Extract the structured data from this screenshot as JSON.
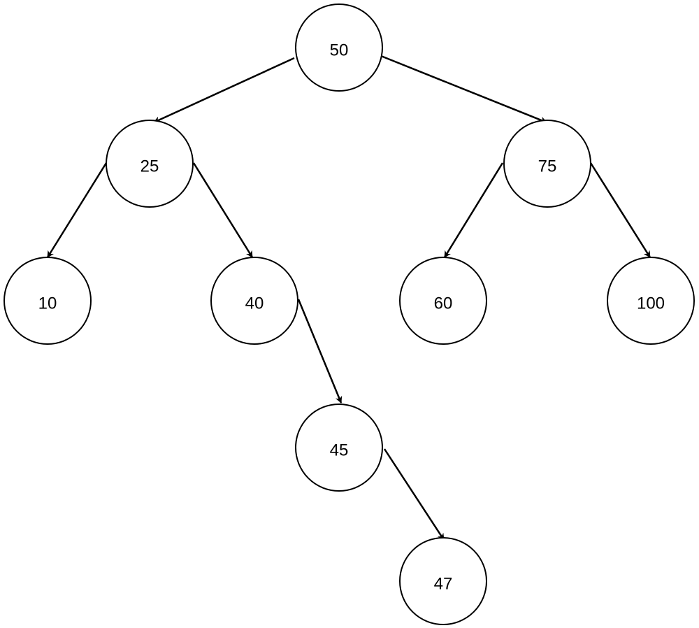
{
  "tree": {
    "nodes": [
      {
        "id": "n50",
        "label": "50"
      },
      {
        "id": "n25",
        "label": "25"
      },
      {
        "id": "n75",
        "label": "75"
      },
      {
        "id": "n10",
        "label": "10"
      },
      {
        "id": "n40",
        "label": "40"
      },
      {
        "id": "n60",
        "label": "60"
      },
      {
        "id": "n100",
        "label": "100"
      },
      {
        "id": "n45",
        "label": "45"
      },
      {
        "id": "n47",
        "label": "47"
      }
    ],
    "edges": [
      {
        "from": "n50",
        "to": "n25"
      },
      {
        "from": "n50",
        "to": "n75"
      },
      {
        "from": "n25",
        "to": "n10"
      },
      {
        "from": "n25",
        "to": "n40"
      },
      {
        "from": "n75",
        "to": "n60"
      },
      {
        "from": "n75",
        "to": "n100"
      },
      {
        "from": "n40",
        "to": "n45"
      },
      {
        "from": "n45",
        "to": "n47"
      }
    ]
  },
  "colors": {
    "stroke": "#000000",
    "fill": "#ffffff"
  }
}
